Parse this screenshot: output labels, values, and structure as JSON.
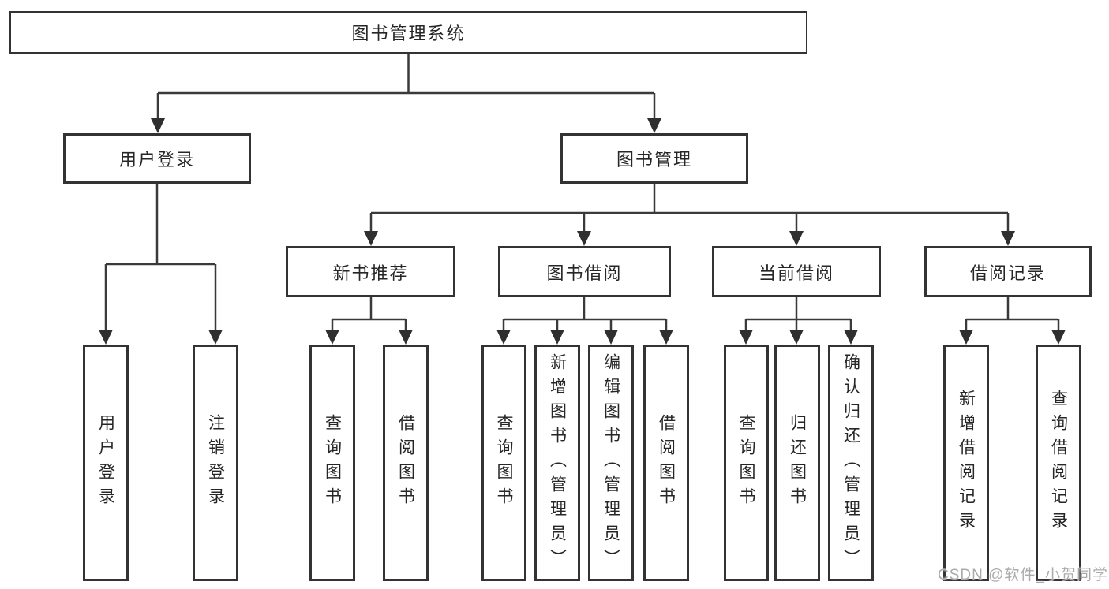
{
  "diagram": {
    "root": {
      "label": "图书管理系统"
    },
    "level2": [
      {
        "label": "用户登录"
      },
      {
        "label": "图书管理"
      }
    ],
    "level3": [
      {
        "label": "新书推荐"
      },
      {
        "label": "图书借阅"
      },
      {
        "label": "当前借阅"
      },
      {
        "label": "借阅记录"
      }
    ],
    "leaves": {
      "login": [
        "用户登录",
        "注销登录"
      ],
      "recommend": [
        "查询图书",
        "借阅图书"
      ],
      "borrow": [
        "查询图书",
        "新增图书（管理员）",
        "编辑图书（管理员）",
        "借阅图书"
      ],
      "current": [
        "查询图书",
        "归还图书",
        "确认归还（管理员）"
      ],
      "records": [
        "新增借阅记录",
        "查询借阅记录"
      ]
    }
  },
  "watermark": {
    "text": "CSDN @软件_小贺同学"
  },
  "colors": {
    "background": "#ffffff",
    "line": "#3a3a3a",
    "box_border": "#333333",
    "text": "#262626",
    "watermark": "#ababab"
  }
}
